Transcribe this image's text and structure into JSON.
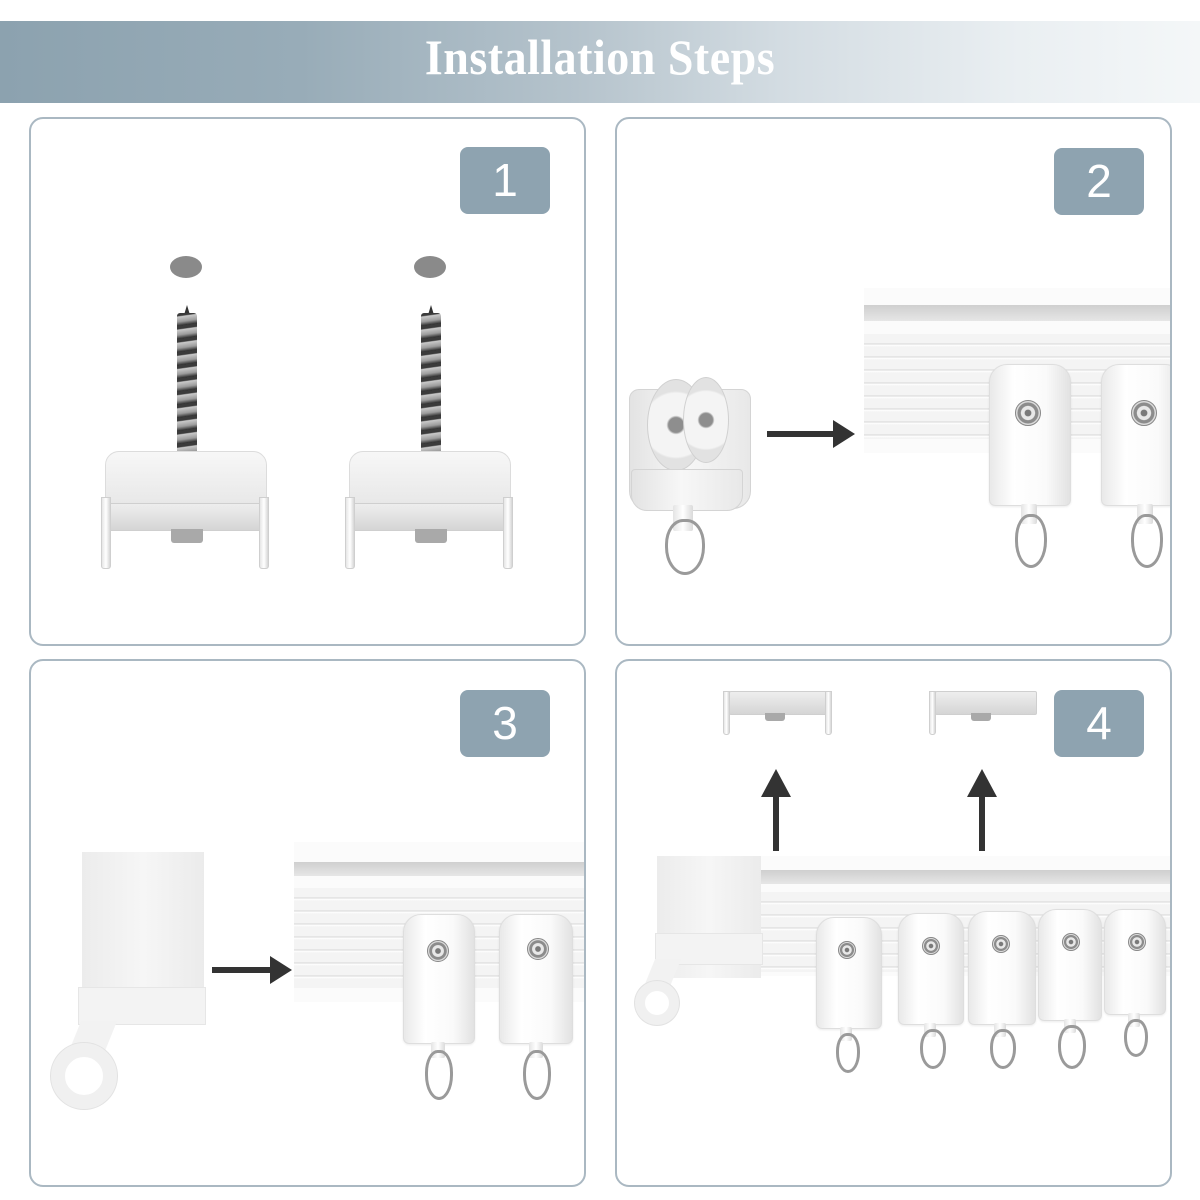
{
  "header": {
    "title": "Installation Steps",
    "background_gradient": [
      "#8ca2af",
      "#f4f7f8"
    ]
  },
  "steps": [
    {
      "number": "1",
      "illustration": "mounting-brackets-with-screws-and-wall-anchors"
    },
    {
      "number": "2",
      "illustration": "insert-glider-into-rail"
    },
    {
      "number": "3",
      "illustration": "attach-end-cap-to-rail"
    },
    {
      "number": "4",
      "illustration": "snap-rail-onto-mounting-brackets"
    }
  ],
  "colors": {
    "badge": "#8ea3b0",
    "panel_border": "#aab8c2",
    "arrow": "#333333"
  }
}
